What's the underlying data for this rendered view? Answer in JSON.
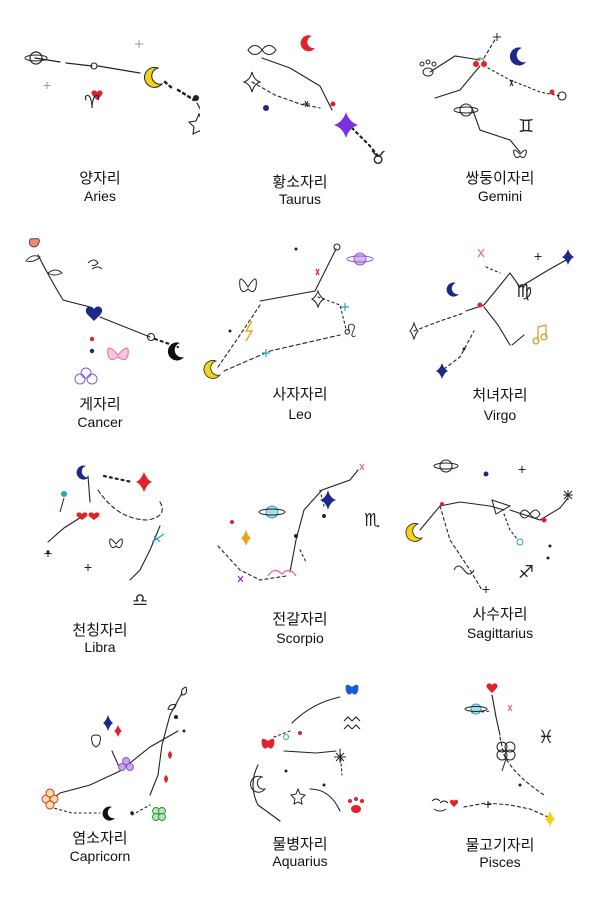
{
  "signs": [
    {
      "korean": "양자리",
      "english": "Aries",
      "symbol": "♈"
    },
    {
      "korean": "황소자리",
      "english": "Taurus",
      "symbol": "♉"
    },
    {
      "korean": "쌍둥이자리",
      "english": "Gemini",
      "symbol": "♊"
    },
    {
      "korean": "게자리",
      "english": "Cancer",
      "symbol": "♋"
    },
    {
      "korean": "사자자리",
      "english": "Leo",
      "symbol": "♌"
    },
    {
      "korean": "처녀자리",
      "english": "Virgo",
      "symbol": "♍"
    },
    {
      "korean": "천칭자리",
      "english": "Libra",
      "symbol": "♎"
    },
    {
      "korean": "전갈자리",
      "english": "Scorpio",
      "symbol": "♏"
    },
    {
      "korean": "사수자리",
      "english": "Sagittarius",
      "symbol": "♐"
    },
    {
      "korean": "염소자리",
      "english": "Capricorn",
      "symbol": "♑"
    },
    {
      "korean": "물병자리",
      "english": "Aquarius",
      "symbol": "♒"
    },
    {
      "korean": "물고기자리",
      "english": "Pisces",
      "symbol": "♓"
    }
  ],
  "colors": {
    "ink": "#222222",
    "moon_yellow": "#f2d21b",
    "red": "#e0232b",
    "navy": "#1b2a8a",
    "purple": "#7b2fe0",
    "pink": "#e86aa0",
    "teal": "#2aa3b8",
    "orange": "#f0a21b"
  }
}
